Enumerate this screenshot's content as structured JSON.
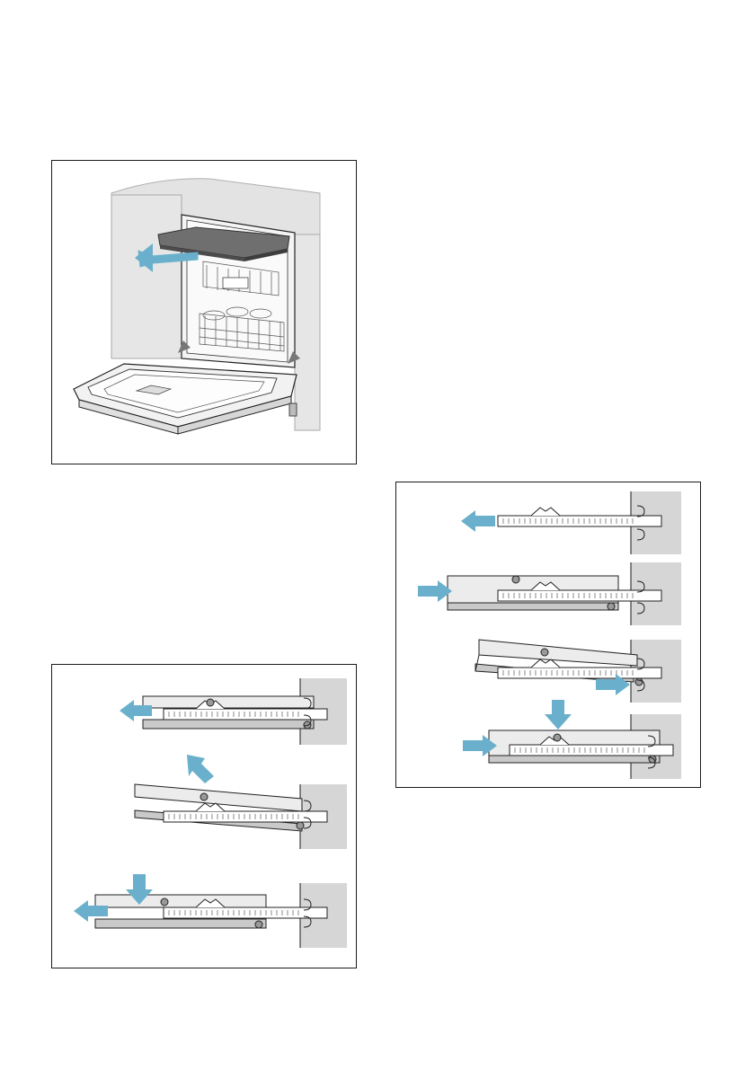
{
  "page": {
    "background": "#ffffff",
    "footer_text": ""
  },
  "figures": [
    {
      "id": "fig1",
      "icon": "dishwasher-remove-cutlery-drawer",
      "caption": ""
    },
    {
      "id": "fig2",
      "icon": "rail-removal-steps",
      "caption": ""
    },
    {
      "id": "fig3",
      "icon": "rail-insertion-steps",
      "caption": ""
    }
  ],
  "colors": {
    "arrow": "#6ab0cc",
    "wall": "#d4d4d4",
    "drawer_gray": "#8a8a8a",
    "line": "#1a1a1a"
  }
}
